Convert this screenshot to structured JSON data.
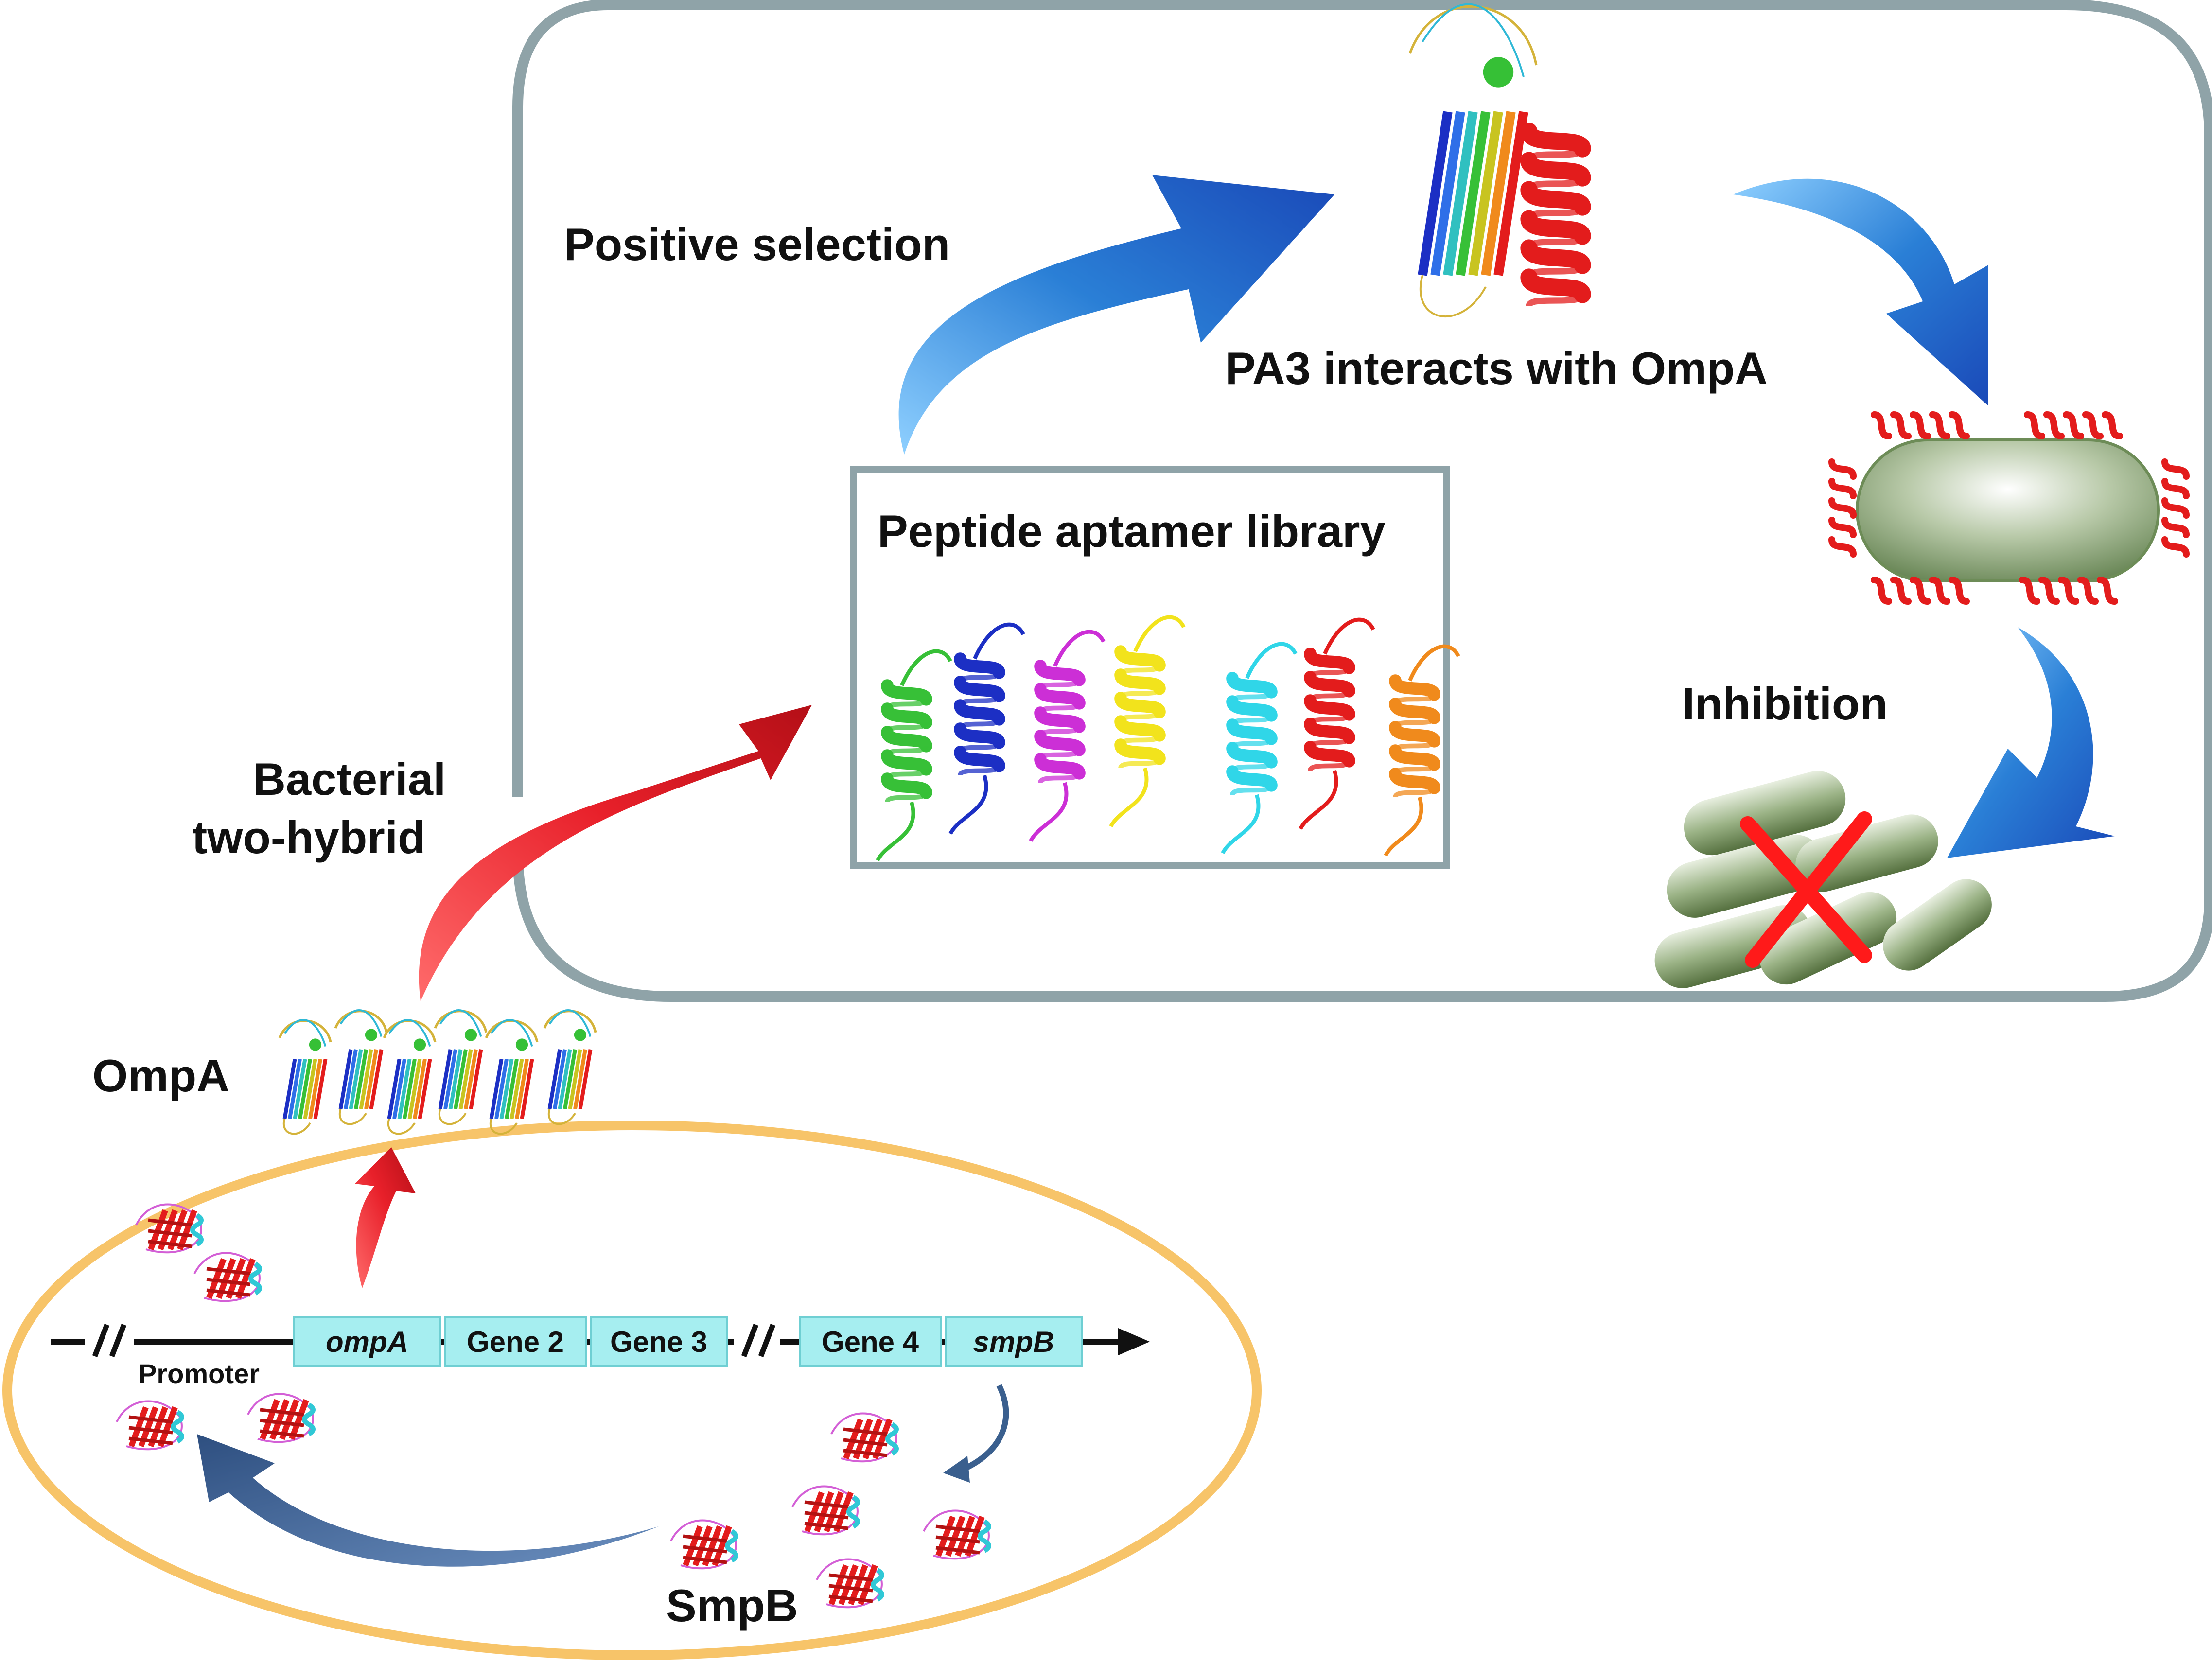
{
  "labels": {
    "positive_selection": "Positive selection",
    "pa3_interacts": "PA3 interacts with OmpA",
    "peptide_library": "Peptide aptamer library",
    "inhibition": "Inhibition",
    "bacterial_line1": "Bacterial",
    "bacterial_line2": "two-hybrid",
    "ompa_protein": "OmpA",
    "promoter": "Promoter",
    "smpb_protein": "SmpB"
  },
  "genes": [
    {
      "label": "ompA",
      "italic": true
    },
    {
      "label": "Gene 2",
      "italic": false
    },
    {
      "label": "Gene 3",
      "italic": false
    },
    {
      "label": "Gene 4",
      "italic": false
    },
    {
      "label": "smpB",
      "italic": true
    }
  ],
  "colors": {
    "panel_border": "#8fa3a8",
    "cell_outline": "#f7c469",
    "gene_box": "#a6eef0",
    "red_arrow": "#e8202a",
    "blue_arrow": "#2a7fd6",
    "navy_arrow": "#3a5f8e",
    "bacterium": "#7d9a66",
    "inhibit_cross": "#ff1a1a"
  },
  "aptamer_colors": [
    "#37c037",
    "#1c2fc4",
    "#cc2fd6",
    "#f2e31c",
    "#30d6e8",
    "#e31c1c",
    "#f08a1c"
  ]
}
